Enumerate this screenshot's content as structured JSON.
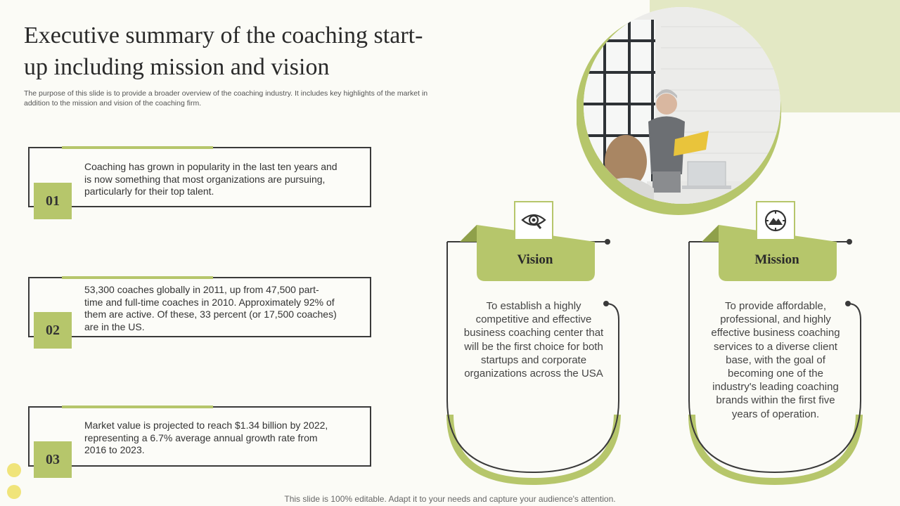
{
  "slide": {
    "title": "Executive summary of the coaching start-up including mission and vision",
    "subtitle": "The purpose of this slide is to provide a broader overview of the coaching industry. It includes key highlights of the market in addition to the mission and vision of the coaching firm.",
    "footer": "This slide is 100% editable. Adapt it to your needs and capture your audience's attention."
  },
  "points": [
    {
      "num": "01",
      "text": "Coaching has grown in popularity in the last ten years and is now something that most organizations are pursuing, particularly for their top talent."
    },
    {
      "num": "02",
      "text": "53,300 coaches globally in 2011, up from 47,500 part-time and full-time coaches in 2010. Approximately 92% of them are active. Of these, 33 percent (or 17,500 coaches) are in the US."
    },
    {
      "num": "03",
      "text": "Market value is projected to reach $1.34 billion by 2022, representing a 6.7% average annual growth rate from 2016 to 2023."
    }
  ],
  "vision": {
    "label": "Vision",
    "icon": "eye-magnifier-icon",
    "text": "To establish a highly competitive and effective business coaching center that will be the first choice for both startups and corporate organizations across the USA"
  },
  "mission": {
    "label": "Mission",
    "icon": "mountain-target-icon",
    "text": "To provide affordable, professional, and highly effective business coaching services to a diverse client base, with the goal of becoming one of the industry's leading coaching brands within the first five years of operation."
  },
  "colors": {
    "accent": "#b6c66b",
    "accent_light": "#e3e8c4",
    "dot": "#f0e47a",
    "dark": "#3a3a3a"
  }
}
